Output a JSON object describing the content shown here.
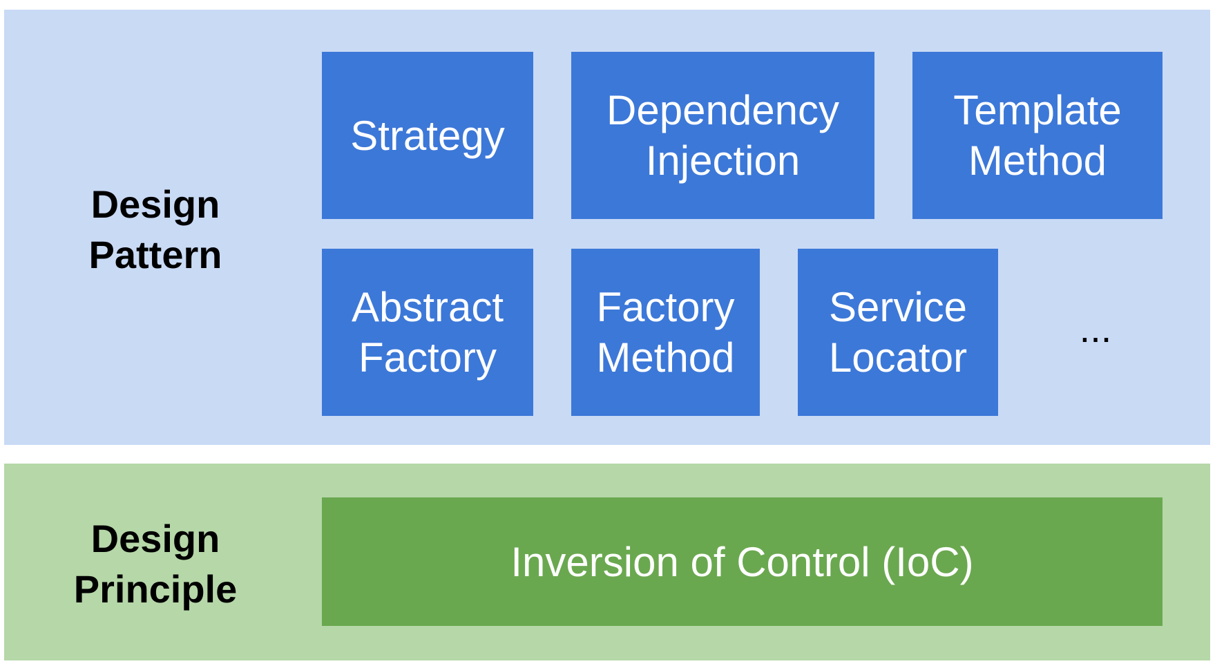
{
  "layers": {
    "pattern": {
      "label": "Design\nPattern",
      "color": "#c9daf5",
      "box_color": "#3c78d8",
      "boxes": {
        "strategy": "Strategy",
        "dependency_injection": "Dependency\nInjection",
        "template_method": "Template\nMethod",
        "abstract_factory": "Abstract\nFactory",
        "factory_method": "Factory\nMethod",
        "service_locator": "Service\nLocator"
      },
      "more": "..."
    },
    "principle": {
      "label": "Design\nPrinciple",
      "color": "#b6d7a8",
      "box_color": "#6aa84f",
      "boxes": {
        "ioc": "Inversion of Control (IoC)"
      }
    }
  }
}
